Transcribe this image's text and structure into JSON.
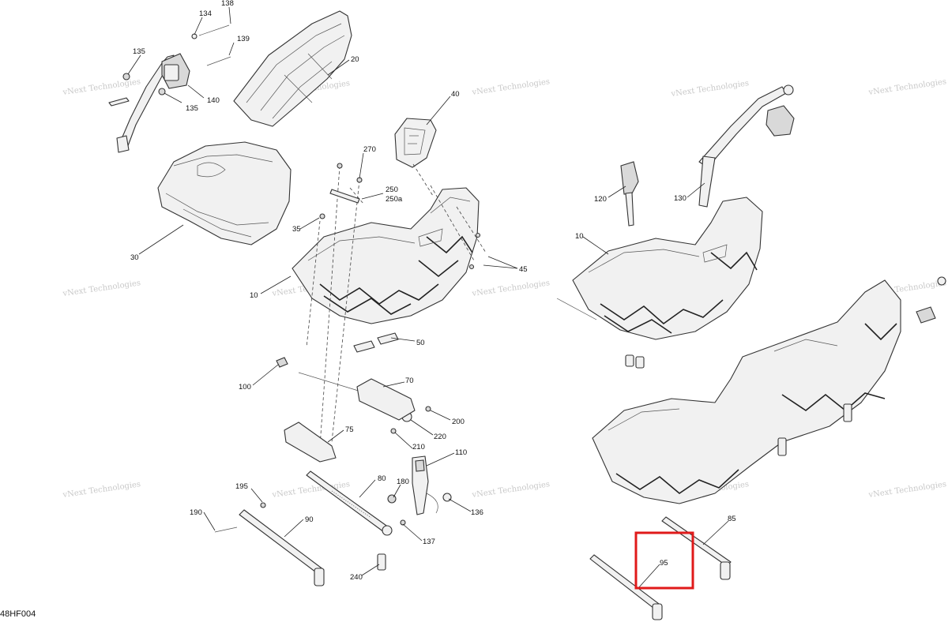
{
  "diagram_code": "48HF004",
  "watermark": {
    "line1": "vNext",
    "line2": "Technologies",
    "full": "vNext Technologies"
  },
  "highlight_color": "#e01a1a",
  "callouts": [
    {
      "id": "134",
      "text": "134"
    },
    {
      "id": "138",
      "text": "138"
    },
    {
      "id": "135a",
      "text": "135"
    },
    {
      "id": "135b",
      "text": "135"
    },
    {
      "id": "139",
      "text": "139"
    },
    {
      "id": "140",
      "text": "140"
    },
    {
      "id": "20",
      "text": "20"
    },
    {
      "id": "40",
      "text": "40"
    },
    {
      "id": "270",
      "text": "270"
    },
    {
      "id": "250",
      "text": "250"
    },
    {
      "id": "250a",
      "text": "250a"
    },
    {
      "id": "35",
      "text": "35"
    },
    {
      "id": "30",
      "text": "30"
    },
    {
      "id": "45",
      "text": "45"
    },
    {
      "id": "10a",
      "text": "10"
    },
    {
      "id": "50",
      "text": "50"
    },
    {
      "id": "100",
      "text": "100"
    },
    {
      "id": "70",
      "text": "70"
    },
    {
      "id": "200",
      "text": "200"
    },
    {
      "id": "220",
      "text": "220"
    },
    {
      "id": "75",
      "text": "75"
    },
    {
      "id": "210",
      "text": "210"
    },
    {
      "id": "110",
      "text": "110"
    },
    {
      "id": "80",
      "text": "80"
    },
    {
      "id": "180",
      "text": "180"
    },
    {
      "id": "195",
      "text": "195"
    },
    {
      "id": "136",
      "text": "136"
    },
    {
      "id": "190",
      "text": "190"
    },
    {
      "id": "90",
      "text": "90"
    },
    {
      "id": "137",
      "text": "137"
    },
    {
      "id": "240",
      "text": "240"
    },
    {
      "id": "120",
      "text": "120"
    },
    {
      "id": "130",
      "text": "130"
    },
    {
      "id": "10b",
      "text": "10"
    },
    {
      "id": "85",
      "text": "85"
    },
    {
      "id": "95",
      "text": "95"
    }
  ]
}
